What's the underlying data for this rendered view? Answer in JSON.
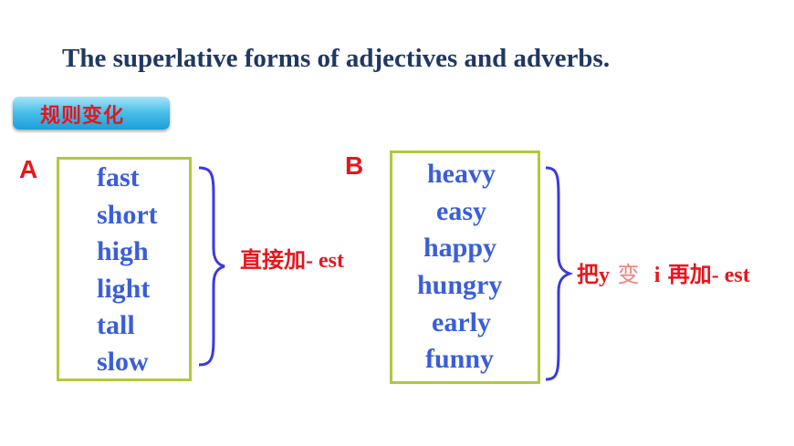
{
  "title": "The superlative forms of adjectives and adverbs.",
  "badge": "规则变化",
  "groupA": {
    "letter": "A",
    "words": [
      "fast",
      "short",
      "high",
      "light",
      "tall",
      "slow"
    ],
    "rule_cn": "直接加",
    "rule_en": "- est"
  },
  "groupB": {
    "letter": "B",
    "words": [
      "heavy",
      "easy",
      "happy",
      "hungry",
      "early",
      "funny"
    ],
    "rule_cn1": "把",
    "rule_y": "y",
    "rule_cn2": "变",
    "rule_i": "i",
    "rule_cn3": "再加",
    "rule_en": "- est"
  },
  "colors": {
    "title": "#1f3864",
    "words": "#3a5ed9",
    "red": "#e8151b",
    "box": "#b4c83c",
    "brace": "#3a3adf"
  }
}
